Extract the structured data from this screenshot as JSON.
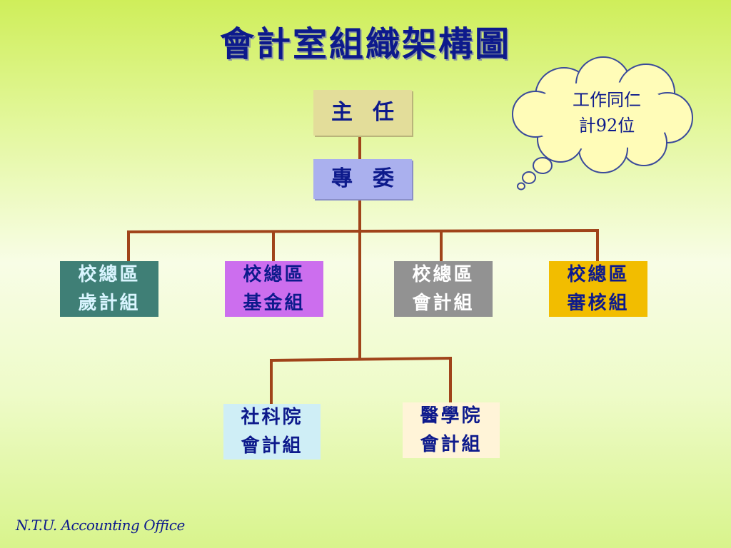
{
  "title": "會計室組織架構圖",
  "director": "主任",
  "commissioner": "專委",
  "units": [
    {
      "line1": "校總區",
      "line2": "歲計組"
    },
    {
      "line1": "校總區",
      "line2": "基金組"
    },
    {
      "line1": "校總區",
      "line2": "會計組"
    },
    {
      "line1": "校總區",
      "line2": "審核組"
    },
    {
      "line1": "社科院",
      "line2": "會計組"
    },
    {
      "line1": "醫學院",
      "line2": "會計組"
    }
  ],
  "callout": {
    "line1": "工作同仁",
    "line2": "計92位"
  },
  "footer": "N.T.U. Accounting Office",
  "colors": {
    "title": "#0d1a8c",
    "connector": "#a0441a",
    "director": "#e3dd9a",
    "commissioner": "#aab0ee",
    "budget": "#3f7f76",
    "fund": "#cc6eee",
    "accounting": "#929292",
    "audit": "#f2bd00",
    "social": "#cfeef6",
    "medical": "#fff4d8",
    "cloud": "#fffcb8"
  }
}
